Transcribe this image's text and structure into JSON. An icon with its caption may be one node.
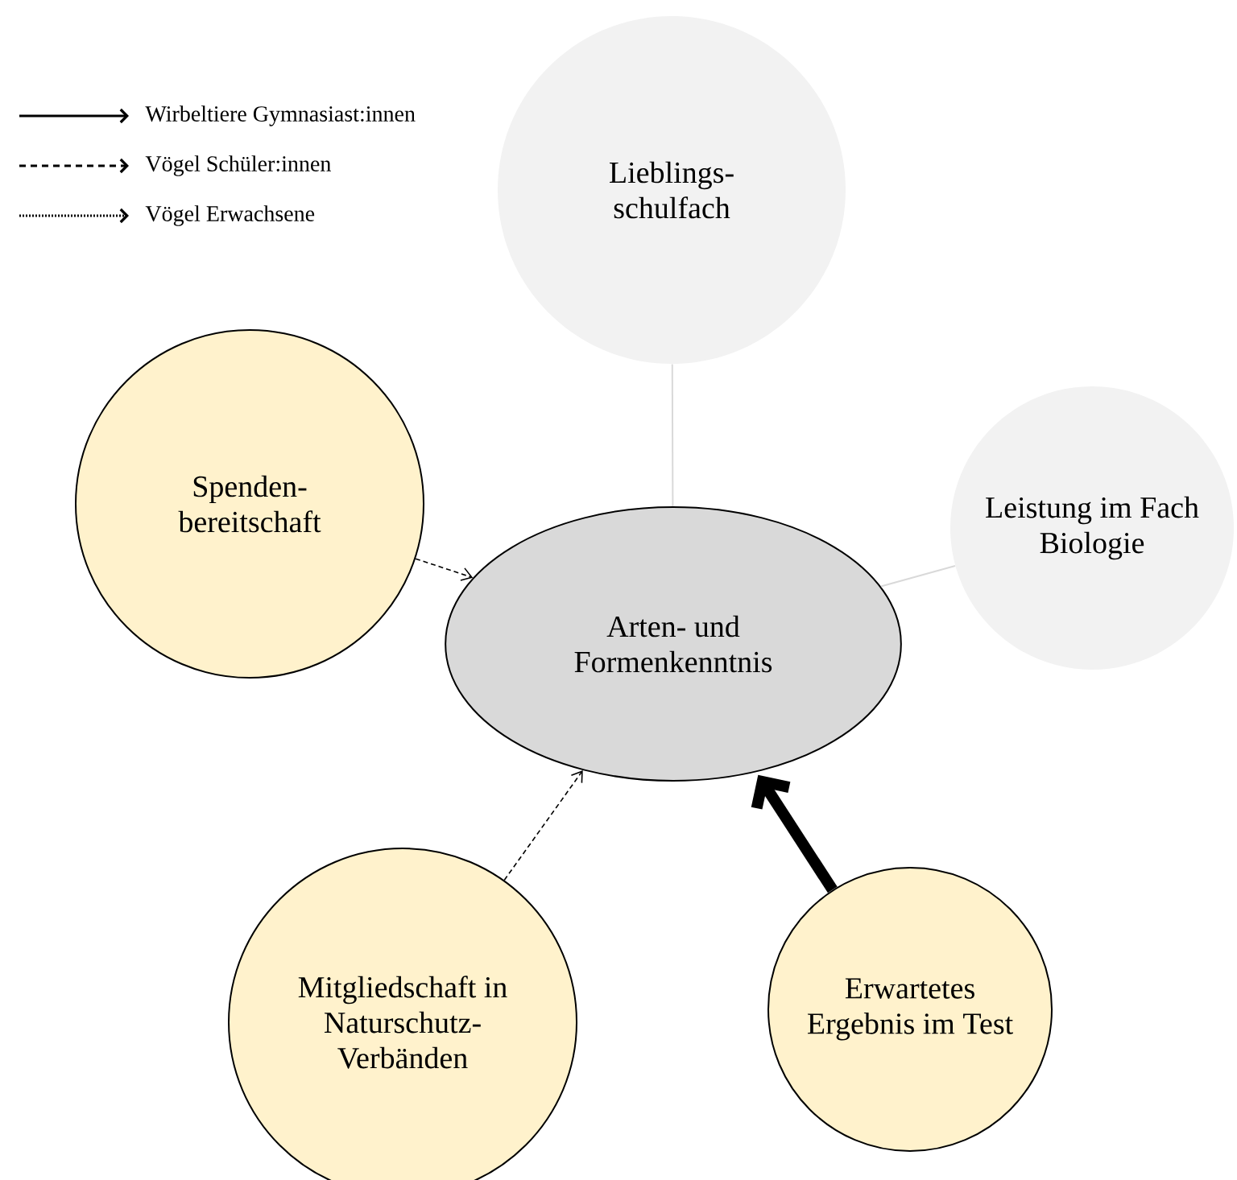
{
  "diagram": {
    "nodes": [
      {
        "text": [
          "Lieblings- schulfach"
        ]
      },
      {
        "text": [
          "Leistung im Fach Biologie"
        ]
      },
      {
        "text": [
          "Spenden- bereitschaft"
        ]
      },
      {
        "text": [
          "Arten- und Formenkenntnis"
        ]
      },
      {
        "text": [
          "Mitgliedschaft in Naturschutz- Verbänden"
        ]
      },
      {
        "text": [
          "Erwartetes Ergebnis im Test"
        ]
      }
    ],
    "edges": [
      {
        "from": 0,
        "to": 3,
        "arrow": "none",
        "color": "#d9d9d9"
      },
      {
        "from": 1,
        "to": 3,
        "arrow": "none",
        "color": "#d9d9d9"
      },
      {
        "from": 2,
        "to": 3,
        "arrow": "to",
        "style": "dashed"
      },
      {
        "from": 4,
        "to": 3,
        "arrow": "to",
        "style": "dashed"
      },
      {
        "from": 5,
        "to": 3,
        "arrow": "to",
        "style": "thick"
      }
    ],
    "legend": [
      {
        "text": "Wirbeltiere Gymnasiast:innen"
      },
      {
        "text": "Vögel Schüler:innen"
      },
      {
        "text": "Vögel Erwachsene"
      }
    ]
  }
}
